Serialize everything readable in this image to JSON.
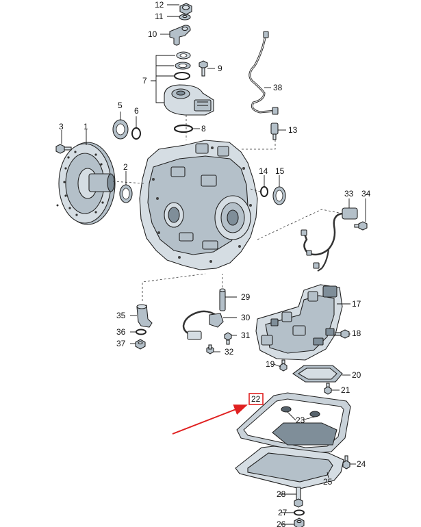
{
  "callouts": {
    "c1": "1",
    "c2": "2",
    "c3": "3",
    "c5": "5",
    "c6": "6",
    "c7": "7",
    "c8": "8",
    "c9": "9",
    "c10": "10",
    "c11": "11",
    "c12": "12",
    "c13": "13",
    "c14": "14",
    "c15": "15",
    "c17": "17",
    "c18": "18",
    "c19": "19",
    "c20": "20",
    "c21": "21",
    "c22": "22",
    "c23": "23",
    "c24": "24",
    "c25": "25",
    "c26": "26",
    "c27": "27",
    "c28": "28",
    "c29": "29",
    "c30": "30",
    "c31": "31",
    "c32": "32",
    "c33": "33",
    "c34": "34",
    "c35": "35",
    "c36": "36",
    "c37": "37",
    "c38": "38"
  },
  "colors": {
    "highlight": "#e02020",
    "part_light": "#d5dde3",
    "part_mid": "#b4c0c9",
    "part_dark": "#7f8e99",
    "outline": "#222222"
  },
  "highlighted_part": "22"
}
